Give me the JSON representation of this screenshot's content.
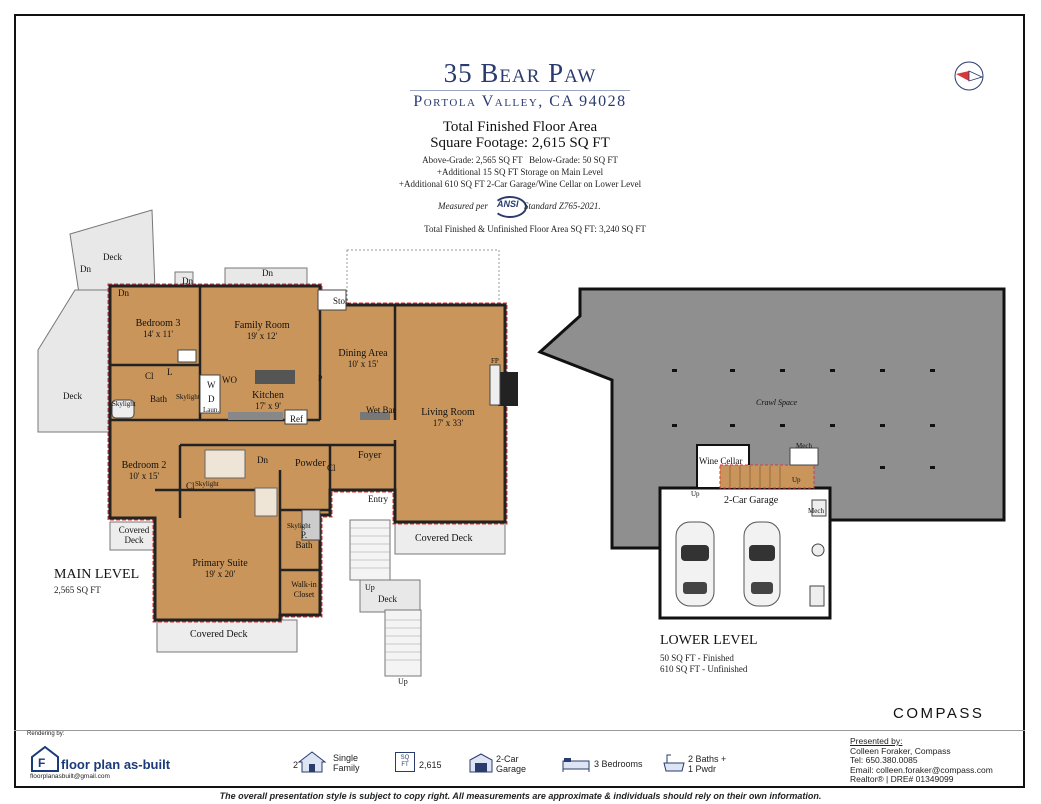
{
  "header": {
    "title": "35 Bear Paw",
    "subtitle": "Portola Valley, CA 94028",
    "area_heading": "Total Finished Floor Area",
    "square_footage": "Square Footage: 2,615 SQ FT",
    "above_below": "Above-Grade: 2,565 SQ FT   Below-Grade: 50 SQ FT",
    "storage_note": "+Additional 15 SQ FT Storage on Main Level",
    "garage_note": "+Additional 610 SQ FT 2-Car Garage/Wine Cellar on Lower Level",
    "measured_prefix": "Measured per",
    "measured_logo": "ANSI",
    "measured_suffix": "Standard Z765-2021.",
    "total_note": "Total Finished & Unfinished Floor Area SQ FT: 3,240 SQ FT"
  },
  "main_level": {
    "label": "MAIN LEVEL",
    "sqft": "2,565 SQ FT",
    "rooms": [
      {
        "name": "Bedroom 3",
        "dims": "14' x 11'"
      },
      {
        "name": "Family Room",
        "dims": "19' x 12'"
      },
      {
        "name": "Dining Area",
        "dims": "10' x 15'"
      },
      {
        "name": "Kitchen",
        "dims": "17' x 9'"
      },
      {
        "name": "Living Room",
        "dims": "17' x 33'"
      },
      {
        "name": "Bedroom 2",
        "dims": "10' x 15'"
      },
      {
        "name": "Primary Suite",
        "dims": "19' x 20'"
      }
    ],
    "small_labels": {
      "deck_top": "Deck",
      "deck_left": "Deck",
      "dn1": "Dn",
      "dn2": "Dn",
      "dn3": "Dn",
      "dn4": "Dn",
      "dn5": "Dn",
      "stor": "Stor.",
      "bath": "Bath",
      "skylight1": "Skylight",
      "skylight2": "Skylight",
      "skylight3": "Skylight",
      "skylight4": "Skylight",
      "cl1": "Cl",
      "cl2": "Cl",
      "cl3": "Cl",
      "l": "L",
      "wo": "WO",
      "w": "W",
      "d": "D",
      "laun": "Laun.",
      "ref": "Ref",
      "wet_bar": "Wet Bar",
      "fp": "FP",
      "p": "P",
      "foyer": "Foyer",
      "powder": "Powder",
      "entry": "Entry",
      "p_bath": "P. Bath",
      "walkin": "Walk-in Closet",
      "covered_deck_left": "Covered Deck",
      "covered_deck_right": "Covered Deck",
      "covered_deck_bottom": "Covered Deck",
      "deck_stair": "Deck",
      "up1": "Up",
      "up2": "Up"
    }
  },
  "lower_level": {
    "label": "LOWER LEVEL",
    "finished": "50 SQ FT - Finished",
    "unfinished": "610 SQ FT - Unfinished",
    "crawl": "Crawl Space",
    "wine": "Wine Cellar",
    "garage": "2-Car Garage",
    "mech1": "Mech",
    "mech2": "Mech",
    "up1": "Up",
    "up2": "Up"
  },
  "footer": {
    "rendering_by": "Rendering by:",
    "brand": "floor plan as-built",
    "brand_email": "floorplanasbuilt@gmail.com",
    "stats": [
      {
        "icon": "house-icon",
        "value": "2",
        "label": "Single Family"
      },
      {
        "icon": "sqft-icon",
        "value": "",
        "label": "2,615"
      },
      {
        "icon": "garage-icon",
        "value": "",
        "label": "2-Car Garage"
      },
      {
        "icon": "bed-icon",
        "value": "",
        "label": "3 Bedrooms"
      },
      {
        "icon": "bath-icon",
        "value": "",
        "label": "2 Baths + 1 Pwdr"
      }
    ],
    "sqft_badge": "SQ FT",
    "compass": "COMPASS",
    "presented_by": "Presented by:",
    "agent": "Colleen Foraker, Compass",
    "tel": "Tel: 650.380.0085",
    "email": "Email: colleen.foraker@compass.com",
    "realtor": "Realtor® | DRE# 01349099",
    "disclaimer": "The overall presentation style is subject to copy right. All measurements are approximate & individuals should rely on their own information."
  },
  "colors": {
    "floor": "#c9955a",
    "title_blue": "#2a3b6e",
    "crawl_gray": "#8f8f8f",
    "garage_white": "#ffffff",
    "dashed_red": "#d9383a"
  }
}
